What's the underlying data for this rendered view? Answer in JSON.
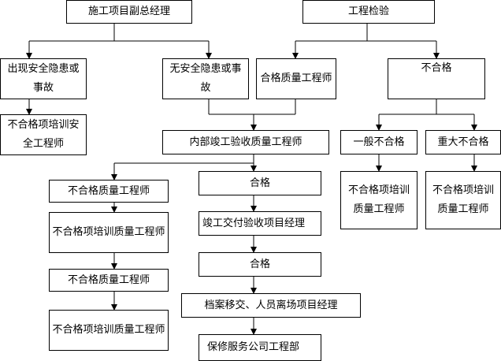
{
  "nodes": {
    "deputy_manager": "施工项目副总经理",
    "engineering_inspection": "工程检验",
    "hazard_found": "出现安全隐患或事故",
    "no_hazard": "无安全隐患或事故",
    "qualified_quality_engineer": "合格质量工程师",
    "unqualified": "不合格",
    "unqualified_training_safety_engineer": "不合格项培训安全工程师",
    "internal_acceptance_engineer": "内部竣工验收质量工程师",
    "general_unqualified": "一般不合格",
    "major_unqualified": "重大不合格",
    "general_training_quality_engineer": "不合格项培训质量工程师",
    "major_training_quality_engineer": "不合格项培训质量工程师",
    "unqualified_quality_engineer_1": "不合格质量工程师",
    "qualified_1": "合格",
    "training_quality_engineer_1": "不合格项培训质量工程师",
    "handover_acceptance_manager": "竣工交付验收项目经理",
    "unqualified_quality_engineer_2": "不合格质量工程师",
    "qualified_2": "合格",
    "training_quality_engineer_2": "不合格项培训质量工程师",
    "archive_handover_manager": "档案移交、人员离场项目经理",
    "maintenance_engineering_dept": "保修服务公司工程部"
  },
  "colors": {
    "line": "#000000",
    "box_border": "#000000",
    "background": "#ffffff"
  }
}
